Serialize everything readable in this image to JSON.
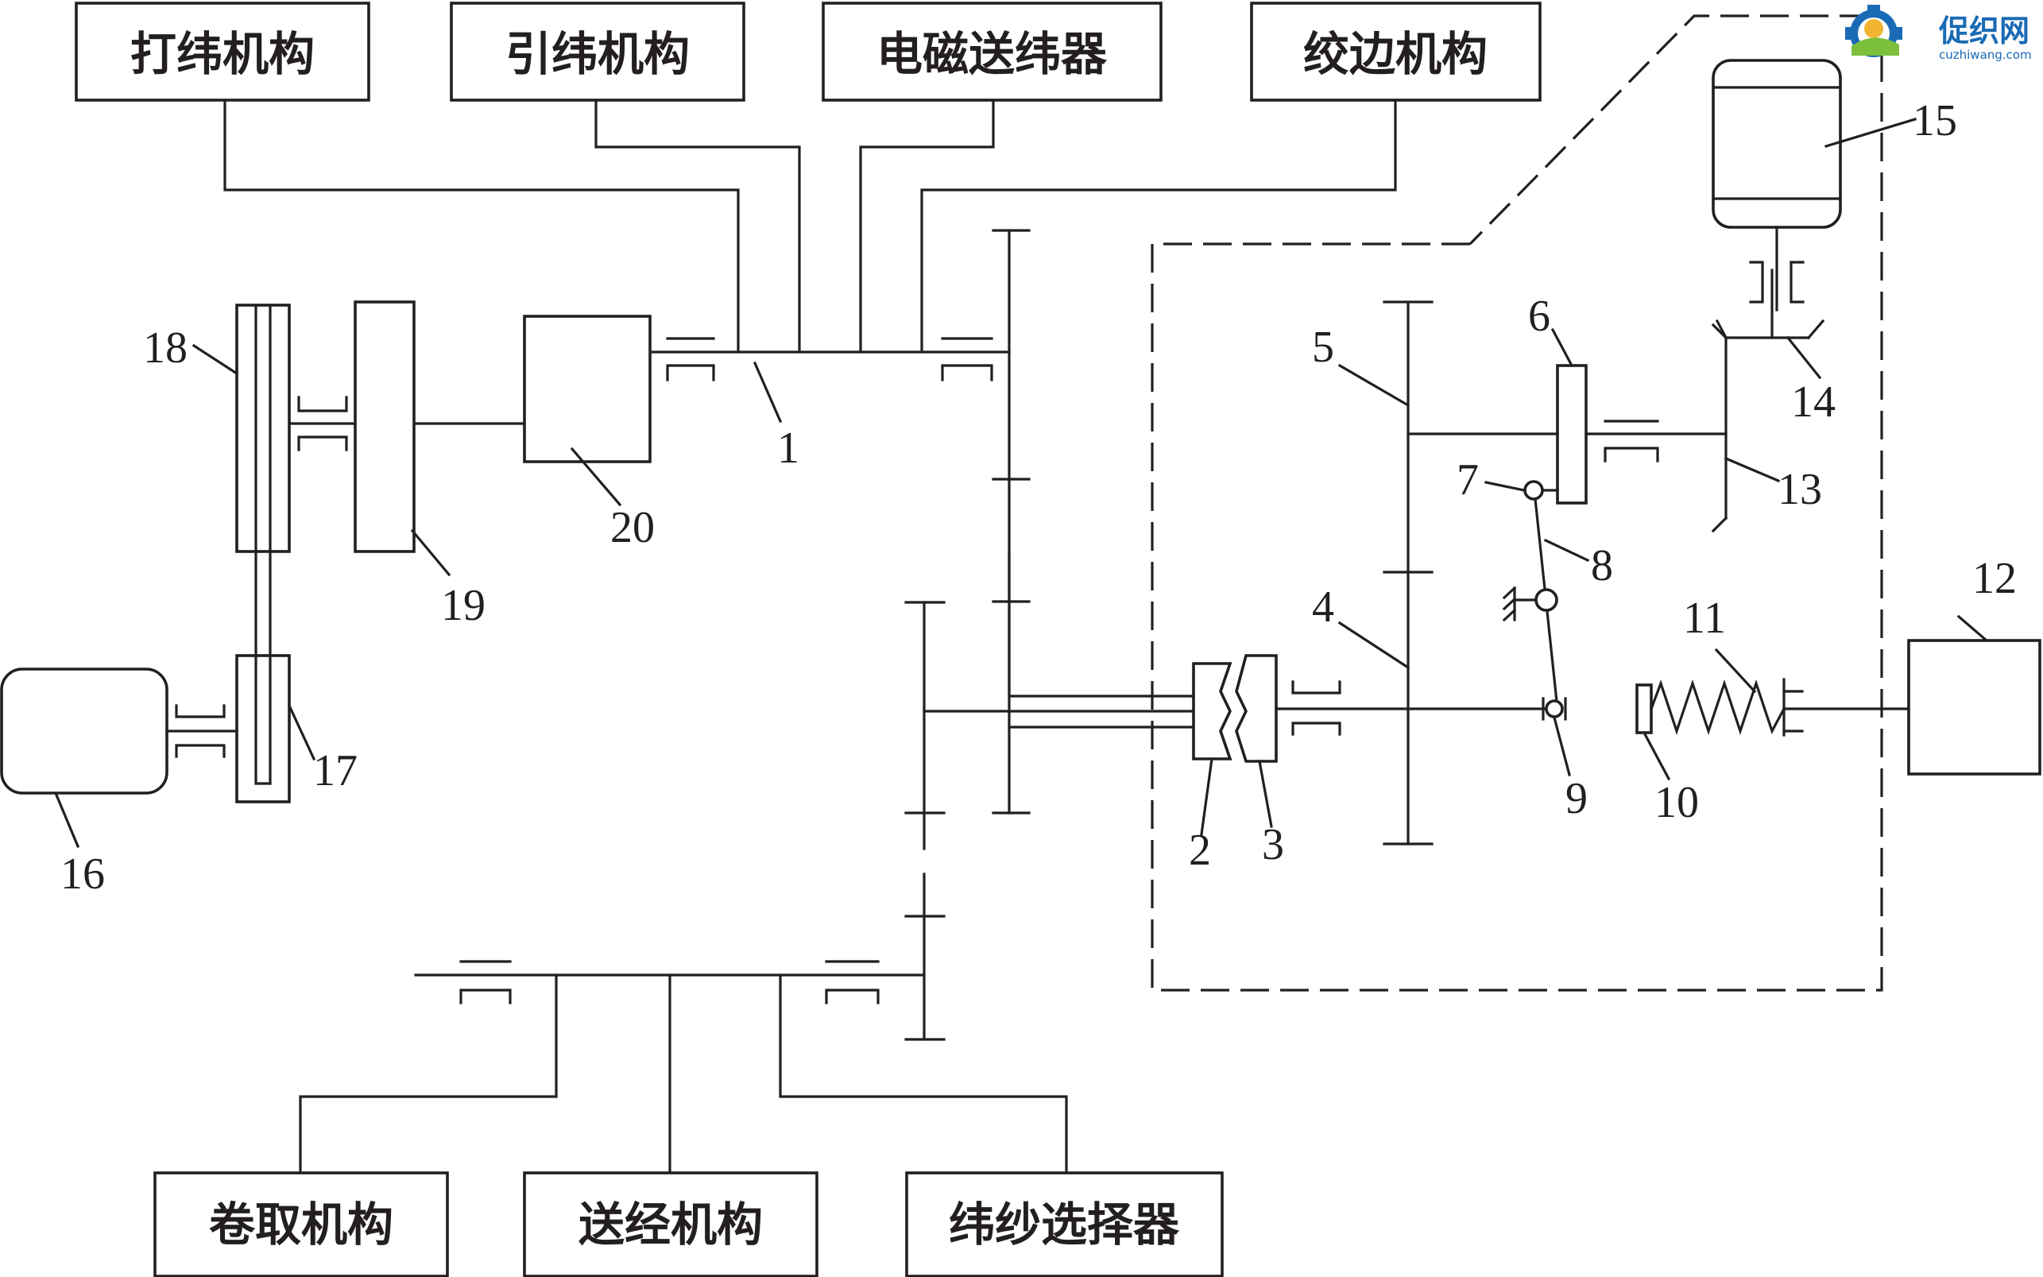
{
  "boxes": {
    "beating_mechanism": "打纬机构",
    "weft_insertion_mechanism": "引纬机构",
    "electromagnetic_weft_feeder": "电磁送纬器",
    "selvedge_mechanism": "绞边机构",
    "take_up_mechanism": "卷取机构",
    "let_off_mechanism": "送经机构",
    "weft_selector": "纬纱选择器"
  },
  "numbers": {
    "n1": "1",
    "n2": "2",
    "n3": "3",
    "n4": "4",
    "n5": "5",
    "n6": "6",
    "n7": "7",
    "n8": "8",
    "n9": "9",
    "n10": "10",
    "n11": "11",
    "n12": "12",
    "n13": "13",
    "n14": "14",
    "n15": "15",
    "n16": "16",
    "n17": "17",
    "n18": "18",
    "n19": "19",
    "n20": "20"
  },
  "logo": {
    "name": "促织网",
    "url_text": "cuzhiwang.com",
    "colors": {
      "text": "#1a6bb5",
      "gear": "#1a6bb5",
      "sun": "#f2b531",
      "field": "#7bbf3a"
    }
  },
  "colors": {
    "line": "#231f20",
    "background": "#ffffff"
  }
}
